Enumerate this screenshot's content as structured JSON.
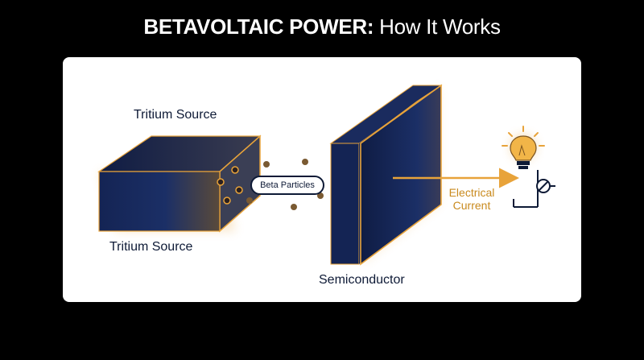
{
  "title": {
    "strong": "BETAVOLTAIC POWER:",
    "light": " How It Works"
  },
  "diagram": {
    "source_label_top": "Tritium Source",
    "source_label_bottom": "Tritium Source",
    "particles_label": "Beta Particles",
    "semiconductor_label": "Semiconductor",
    "current_label": "Electrical Current"
  },
  "colors": {
    "background": "#000000",
    "panel": "#ffffff",
    "navy": "#0e1a36",
    "block": "#142454",
    "accent": "#e8a33a",
    "current_text": "#c98a1e"
  },
  "icons": [
    "bulb-icon",
    "circuit-symbol-icon"
  ]
}
